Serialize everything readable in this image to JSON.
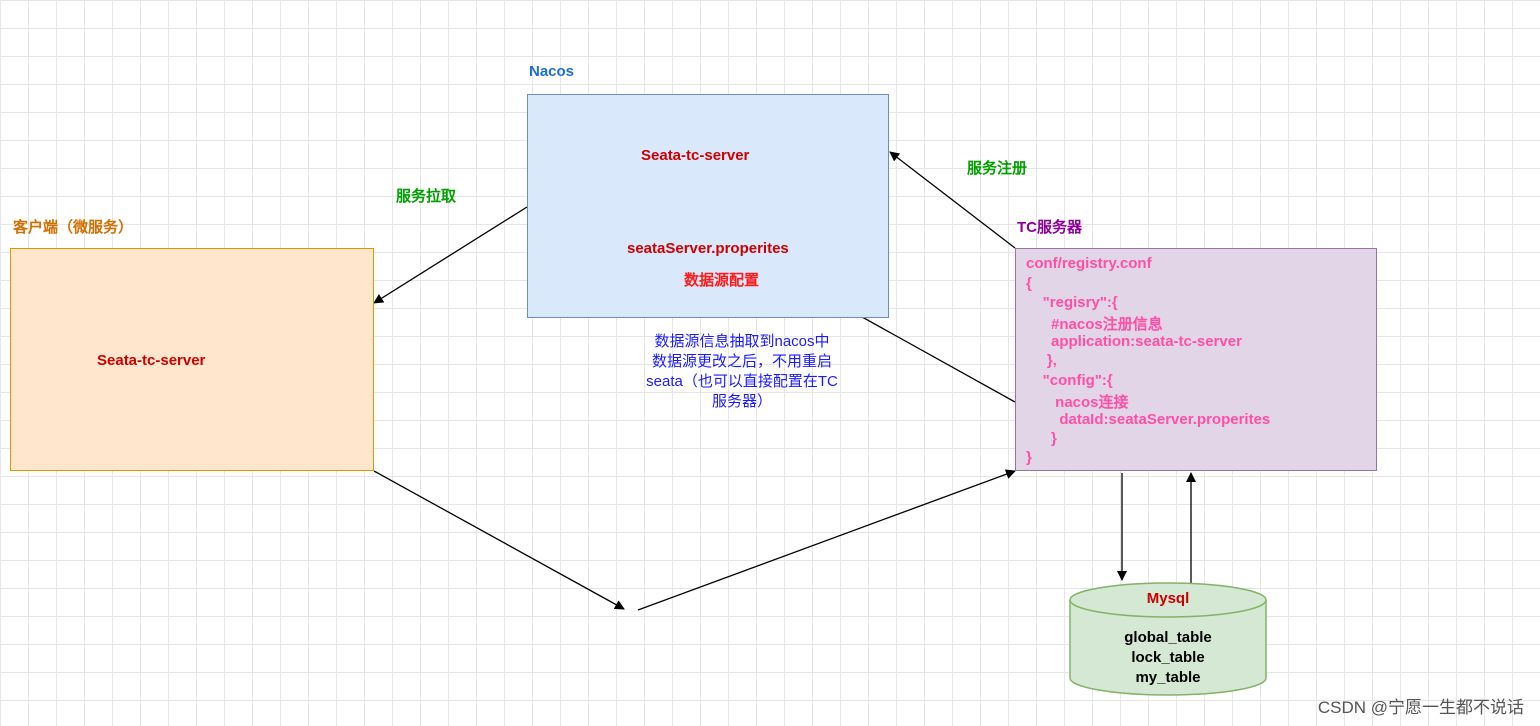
{
  "client": {
    "title": "客户端（微服务）",
    "inner": "Seata-tc-server"
  },
  "nacos": {
    "title": "Nacos",
    "server": "Seata-tc-server",
    "props": "seataServer.properites",
    "datasource": "数据源配置"
  },
  "tc": {
    "title": "TC服务器",
    "lines": [
      "conf/registry.conf",
      "{",
      "    \"regisry\":{",
      "      #nacos注册信息",
      "      application:seata-tc-server",
      "     },",
      "    \"config\":{",
      "       nacos连接",
      "        dataId:seataServer.properites",
      "      }",
      "}"
    ]
  },
  "edges": {
    "pull": "服务拉取",
    "register": "服务注册"
  },
  "note": {
    "lines": [
      "数据源信息抽取到nacos中",
      "数据源更改之后，不用重启",
      "seata（也可以直接配置在TC",
      "服务器）"
    ]
  },
  "mysql": {
    "title": "Mysql",
    "tables": [
      "global_table",
      "lock_table",
      "my_table"
    ]
  },
  "watermark": "CSDN @宁愿一生都不说话",
  "colors": {
    "client_fill": "#ffe6cc",
    "nacos_fill": "#dae8fc",
    "tc_fill": "#e1d5e7",
    "mysql_fill": "#d5e8d4",
    "accent_red": "#cc0000",
    "tc_text": "#ff4fa7",
    "edge_label_green": "#00a000",
    "note_blue": "#1a1aff"
  }
}
